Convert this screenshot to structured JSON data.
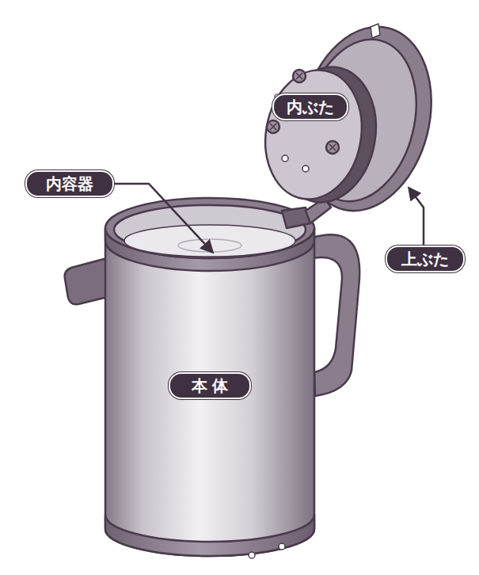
{
  "diagram": {
    "nodes": [
      {
        "text": [
          "内ぶた"
        ]
      },
      {
        "text": [
          "内容器"
        ]
      },
      {
        "text": [
          "上ぶた"
        ]
      },
      {
        "text": [
          "本 体"
        ]
      }
    ]
  }
}
